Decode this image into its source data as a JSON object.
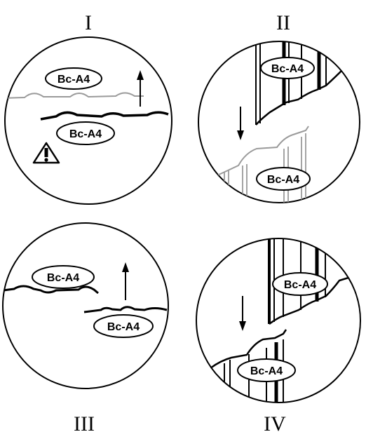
{
  "panels": [
    {
      "numeral": "I",
      "labels": [
        "Bc-A4",
        "Bc-A4"
      ],
      "arrow": "up",
      "warning_icon": "warning-triangle-icon"
    },
    {
      "numeral": "II",
      "labels": [
        "Bc-A4",
        "Bc-A4"
      ],
      "arrow": "down"
    },
    {
      "numeral": "III",
      "labels": [
        "Bc-A4",
        "Bc-A4"
      ],
      "arrow": "up"
    },
    {
      "numeral": "IV",
      "labels": [
        "Bc-A4",
        "Bc-A4"
      ],
      "arrow": "down"
    }
  ],
  "colors": {
    "line": "#000000",
    "faint_line": "#9a9a9a",
    "background": "#ffffff"
  }
}
